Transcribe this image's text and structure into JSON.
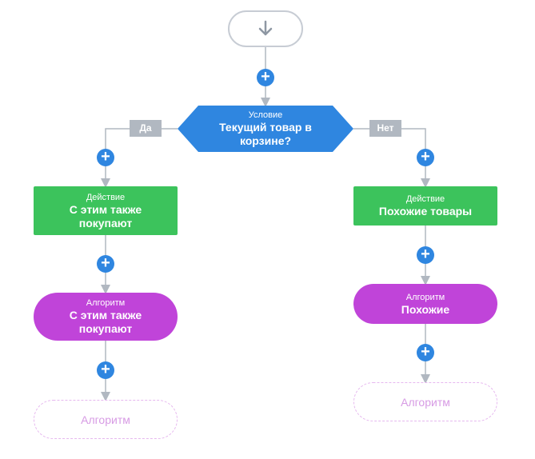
{
  "condition": {
    "kind": "Условие",
    "title": "Текущий товар в корзине?"
  },
  "branch_yes": {
    "label": "Да"
  },
  "branch_no": {
    "label": "Нет"
  },
  "left": {
    "action": {
      "kind": "Действие",
      "title": "С этим также покупают"
    },
    "algorithm": {
      "kind": "Алгоритм",
      "title": "С этим также покупают"
    },
    "placeholder": "Алгоритм"
  },
  "right": {
    "action": {
      "kind": "Действие",
      "title": "Похожие товары"
    },
    "algorithm": {
      "kind": "Алгоритм",
      "title": "Похожие"
    },
    "placeholder": "Алгоритм"
  },
  "icons": {
    "start": "arrow-down-icon",
    "add": "plus-icon"
  },
  "colors": {
    "action": "#3cc35c",
    "algorithm": "#c044d9",
    "condition": "#2f86e0",
    "add_button": "#2f86e0",
    "connector": "#b1b8c1"
  }
}
